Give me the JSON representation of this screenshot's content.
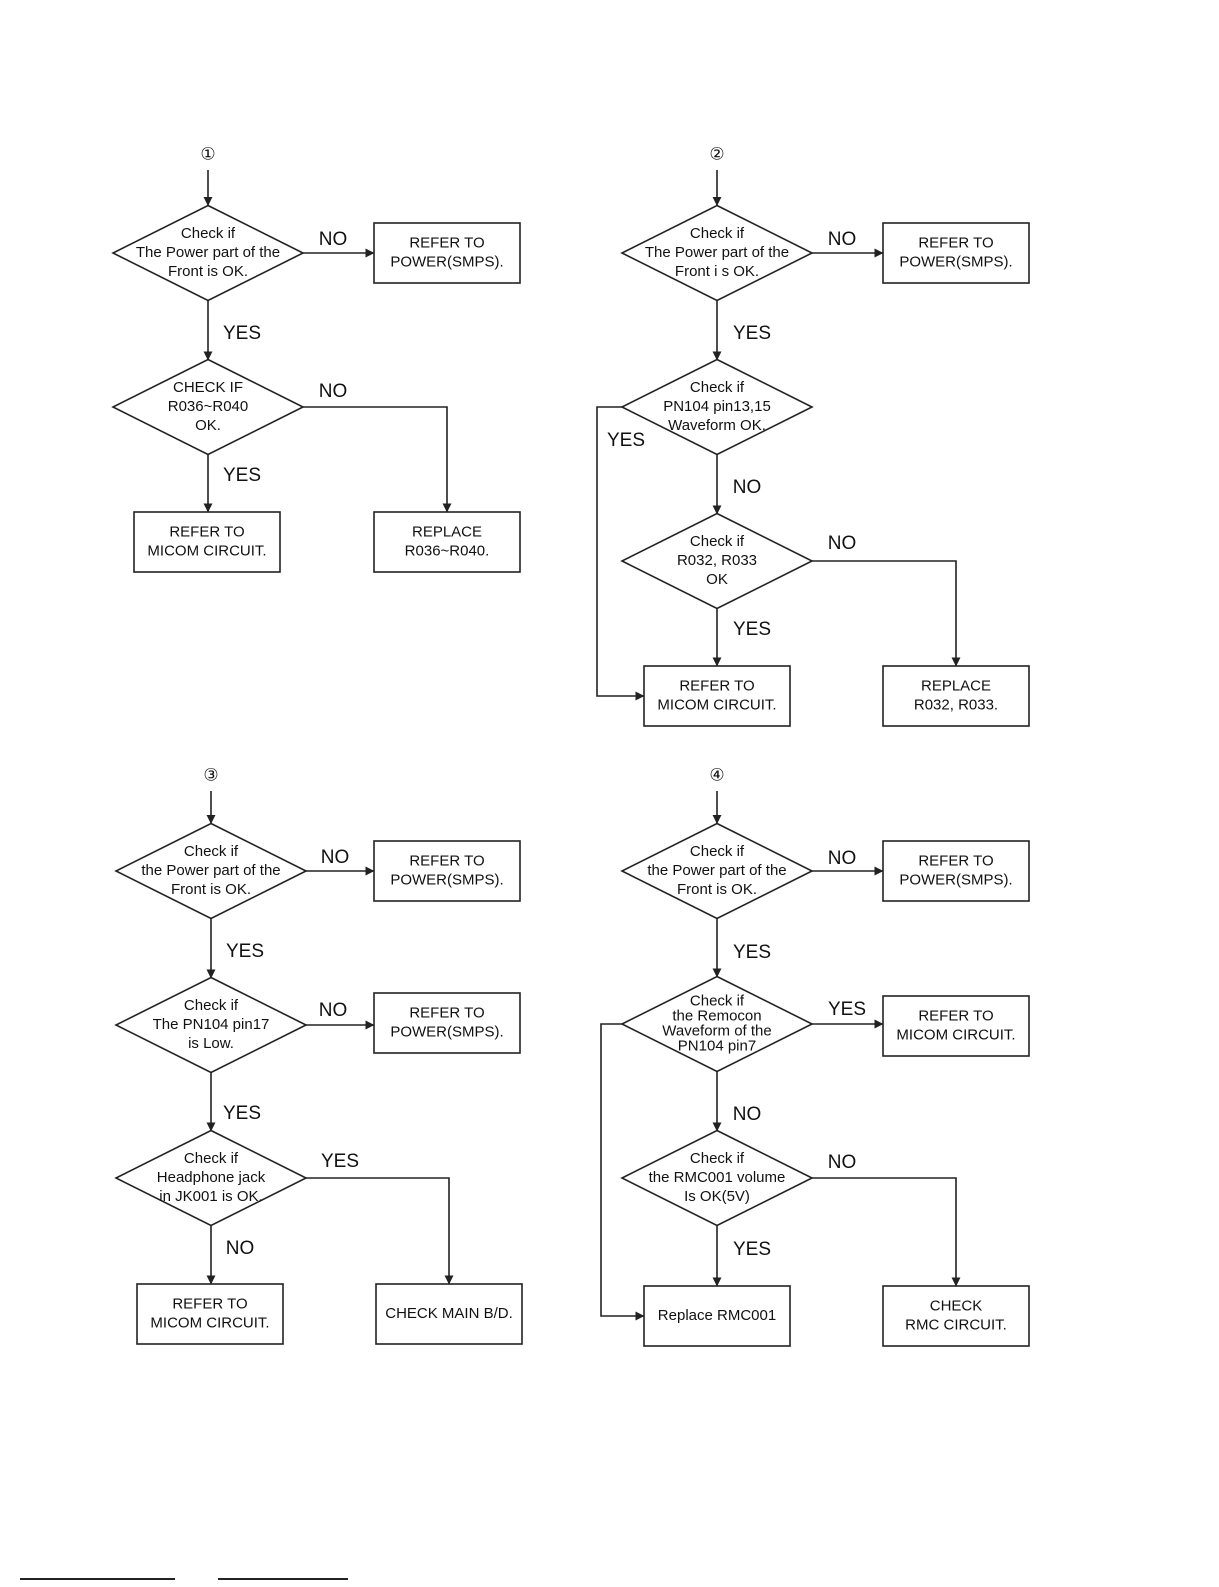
{
  "flowcharts": [
    {
      "id": "fc1",
      "marker": "①",
      "nodes": [
        {
          "id": "d1",
          "type": "decision",
          "lines": [
            "Check if",
            "The Power part of the",
            "Front is OK."
          ]
        },
        {
          "id": "b1",
          "type": "process",
          "lines": [
            "REFER TO",
            "POWER(SMPS)."
          ]
        },
        {
          "id": "d2",
          "type": "decision",
          "lines": [
            "CHECK IF",
            "R036~R040",
            "OK."
          ]
        },
        {
          "id": "b2",
          "type": "process",
          "lines": [
            "REFER TO",
            "MICOM CIRCUIT."
          ]
        },
        {
          "id": "b3",
          "type": "process",
          "lines": [
            "REPLACE",
            "R036~R040."
          ]
        }
      ],
      "edges": [
        {
          "from": "d1",
          "to": "b1",
          "label": "NO"
        },
        {
          "from": "d1",
          "to": "d2",
          "label": "YES"
        },
        {
          "from": "d2",
          "to": "b3",
          "label": "NO"
        },
        {
          "from": "d2",
          "to": "b2",
          "label": "YES"
        }
      ]
    },
    {
      "id": "fc2",
      "marker": "②",
      "nodes": [
        {
          "id": "d1",
          "type": "decision",
          "lines": [
            "Check if",
            "The Power part of the",
            "Front i s OK."
          ]
        },
        {
          "id": "b1",
          "type": "process",
          "lines": [
            "REFER TO",
            "POWER(SMPS)."
          ]
        },
        {
          "id": "d2",
          "type": "decision",
          "lines": [
            "Check if",
            "PN104 pin13,15",
            "Waveform OK."
          ]
        },
        {
          "id": "d3",
          "type": "decision",
          "lines": [
            "Check if",
            "R032, R033",
            "OK"
          ]
        },
        {
          "id": "b2",
          "type": "process",
          "lines": [
            "REFER TO",
            "MICOM CIRCUIT."
          ]
        },
        {
          "id": "b3",
          "type": "process",
          "lines": [
            "REPLACE",
            "R032, R033."
          ]
        }
      ],
      "edges": [
        {
          "from": "d1",
          "to": "b1",
          "label": "NO"
        },
        {
          "from": "d1",
          "to": "d2",
          "label": "YES"
        },
        {
          "from": "d2",
          "to": "b2",
          "label": "YES"
        },
        {
          "from": "d2",
          "to": "d3",
          "label": "NO"
        },
        {
          "from": "d3",
          "to": "b3",
          "label": "NO"
        },
        {
          "from": "d3",
          "to": "b2",
          "label": "YES"
        }
      ]
    },
    {
      "id": "fc3",
      "marker": "③",
      "nodes": [
        {
          "id": "d1",
          "type": "decision",
          "lines": [
            "Check if",
            "the Power part of the",
            "Front is OK."
          ]
        },
        {
          "id": "b1",
          "type": "process",
          "lines": [
            "REFER TO",
            "POWER(SMPS)."
          ]
        },
        {
          "id": "d2",
          "type": "decision",
          "lines": [
            "Check if",
            "The PN104 pin17",
            "is Low."
          ]
        },
        {
          "id": "b2",
          "type": "process",
          "lines": [
            "REFER TO",
            "POWER(SMPS)."
          ]
        },
        {
          "id": "d3",
          "type": "decision",
          "lines": [
            "Check if",
            "Headphone jack",
            "in JK001 is OK."
          ]
        },
        {
          "id": "b3",
          "type": "process",
          "lines": [
            "REFER TO",
            "MICOM CIRCUIT."
          ]
        },
        {
          "id": "b4",
          "type": "process",
          "lines": [
            "CHECK MAIN B/D."
          ]
        }
      ],
      "edges": [
        {
          "from": "d1",
          "to": "b1",
          "label": "NO"
        },
        {
          "from": "d1",
          "to": "d2",
          "label": "YES"
        },
        {
          "from": "d2",
          "to": "b2",
          "label": "NO"
        },
        {
          "from": "d2",
          "to": "d3",
          "label": "YES"
        },
        {
          "from": "d3",
          "to": "b4",
          "label": "YES"
        },
        {
          "from": "d3",
          "to": "b3",
          "label": "NO"
        }
      ]
    },
    {
      "id": "fc4",
      "marker": "④",
      "nodes": [
        {
          "id": "d1",
          "type": "decision",
          "lines": [
            "Check if",
            "the Power part of the",
            "Front is OK."
          ]
        },
        {
          "id": "b1",
          "type": "process",
          "lines": [
            "REFER TO",
            "POWER(SMPS)."
          ]
        },
        {
          "id": "d2",
          "type": "decision",
          "lines": [
            "Check if",
            "the Remocon",
            "Waveform of the",
            "PN104 pin7"
          ]
        },
        {
          "id": "b2",
          "type": "process",
          "lines": [
            "REFER TO",
            "MICOM CIRCUIT."
          ]
        },
        {
          "id": "d3",
          "type": "decision",
          "lines": [
            "Check if",
            "the RMC001 volume",
            "Is OK(5V)"
          ]
        },
        {
          "id": "b3",
          "type": "process",
          "lines": [
            "Replace RMC001"
          ]
        },
        {
          "id": "b4",
          "type": "process",
          "lines": [
            "CHECK",
            "RMC CIRCUIT."
          ]
        }
      ],
      "edges": [
        {
          "from": "d1",
          "to": "b1",
          "label": "NO"
        },
        {
          "from": "d1",
          "to": "d2",
          "label": "YES"
        },
        {
          "from": "d2",
          "to": "b2",
          "label": "YES"
        },
        {
          "from": "d2",
          "to": "b3",
          "label": ""
        },
        {
          "from": "d2",
          "to": "d3",
          "label": "NO"
        },
        {
          "from": "d3",
          "to": "b4",
          "label": "NO"
        },
        {
          "from": "d3",
          "to": "b3",
          "label": "YES"
        }
      ]
    }
  ]
}
